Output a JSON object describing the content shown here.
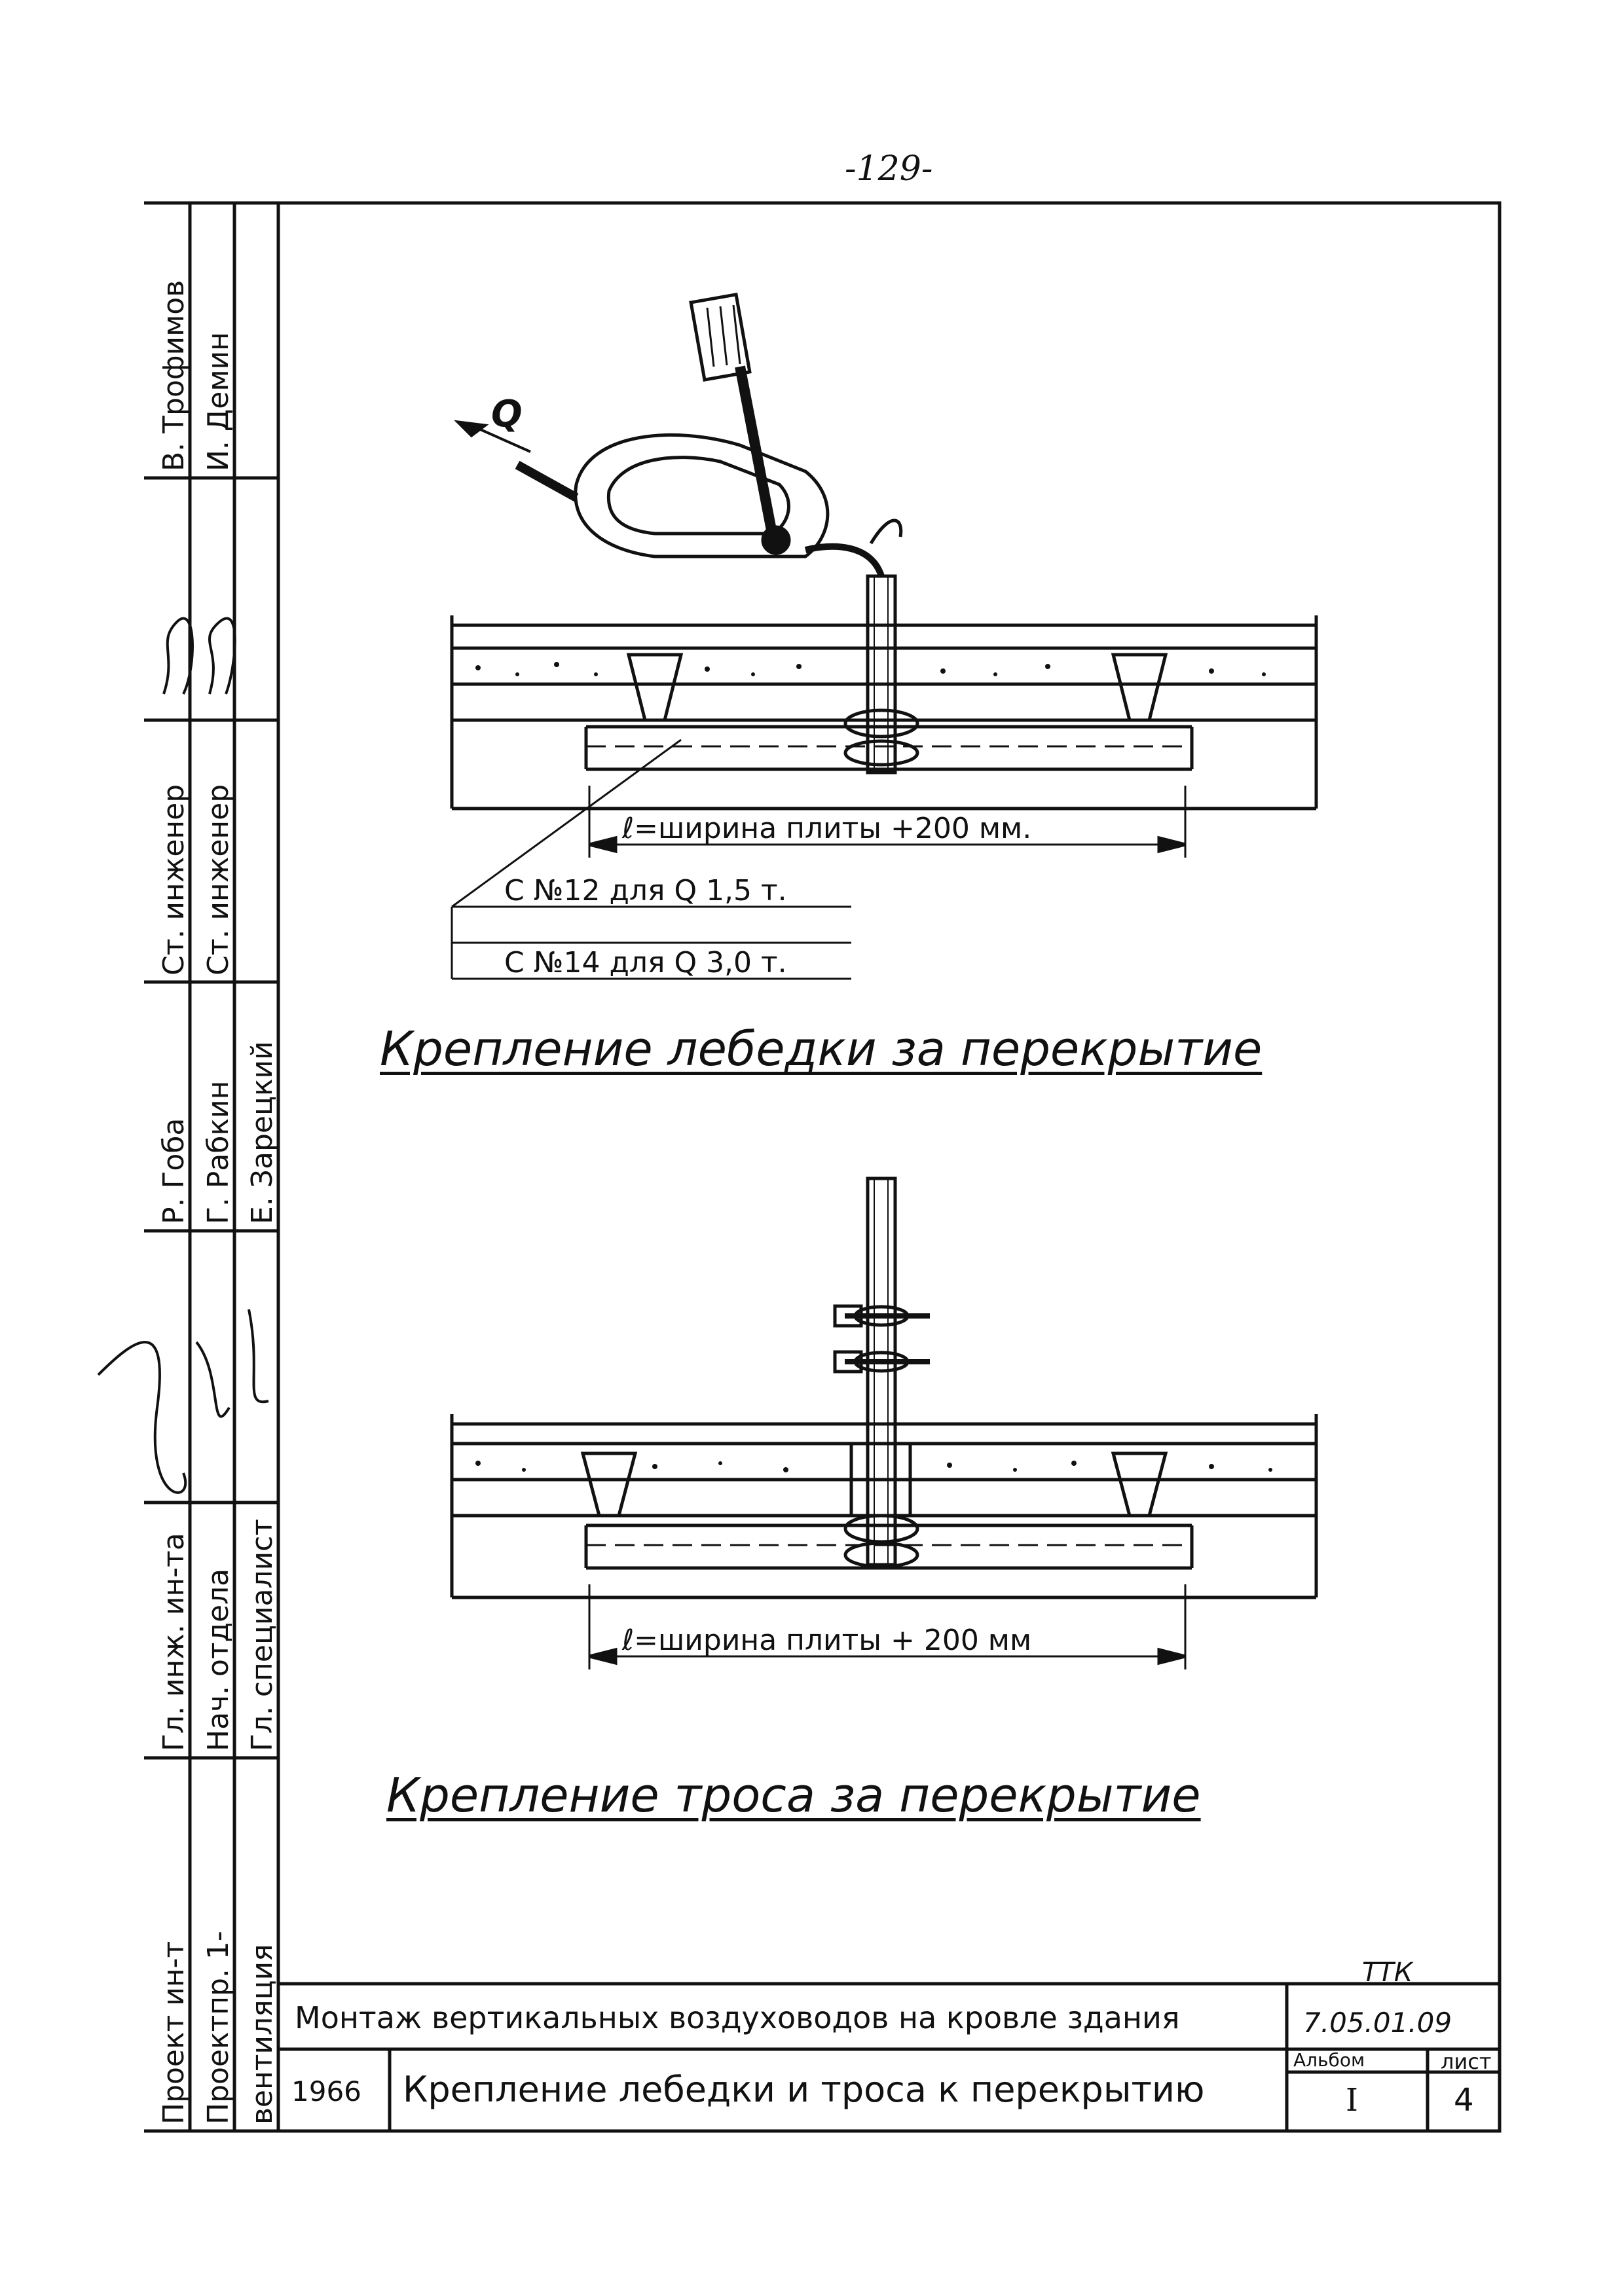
{
  "page_number": "-129-",
  "side_stamp": {
    "row1": [
      "В. Трофимов",
      "Ст. инженер",
      "Р. Гоба"
    ],
    "row2": [
      "И. Демин",
      "Ст. инженер",
      "Г. Рабкин"
    ],
    "row3": [
      "Е. Зарецкий"
    ],
    "left_col": [
      "Гл. инж. ин-та",
      "Нач. отдела",
      "Гл. специалист"
    ],
    "project": [
      "Проект ин-т",
      "Проектпр. 1-",
      "вентиляция"
    ]
  },
  "drawing_top": {
    "load_label": "Q",
    "dimension": "ℓ=ширина плиты +200 мм.",
    "notes": [
      "С №12 для Q 1,5 т.",
      "С №14 для Q 3,0 т."
    ],
    "caption": "Крепление лебедки за перекрытие"
  },
  "drawing_bottom": {
    "dimension": "ℓ=ширина плиты + 200 мм",
    "caption": "Крепление троса за перекрытие"
  },
  "title_block": {
    "title": "Монтаж вертикальных воздуховодов на кровле здания",
    "year": "1966",
    "subtitle": "Крепление лебедки и троса к перекрытию",
    "code_label": "ТТК",
    "code": "7.05.01.09",
    "album_label": "Альбом",
    "album_value": "I",
    "sheet_label": "лист",
    "sheet_value": "4"
  }
}
